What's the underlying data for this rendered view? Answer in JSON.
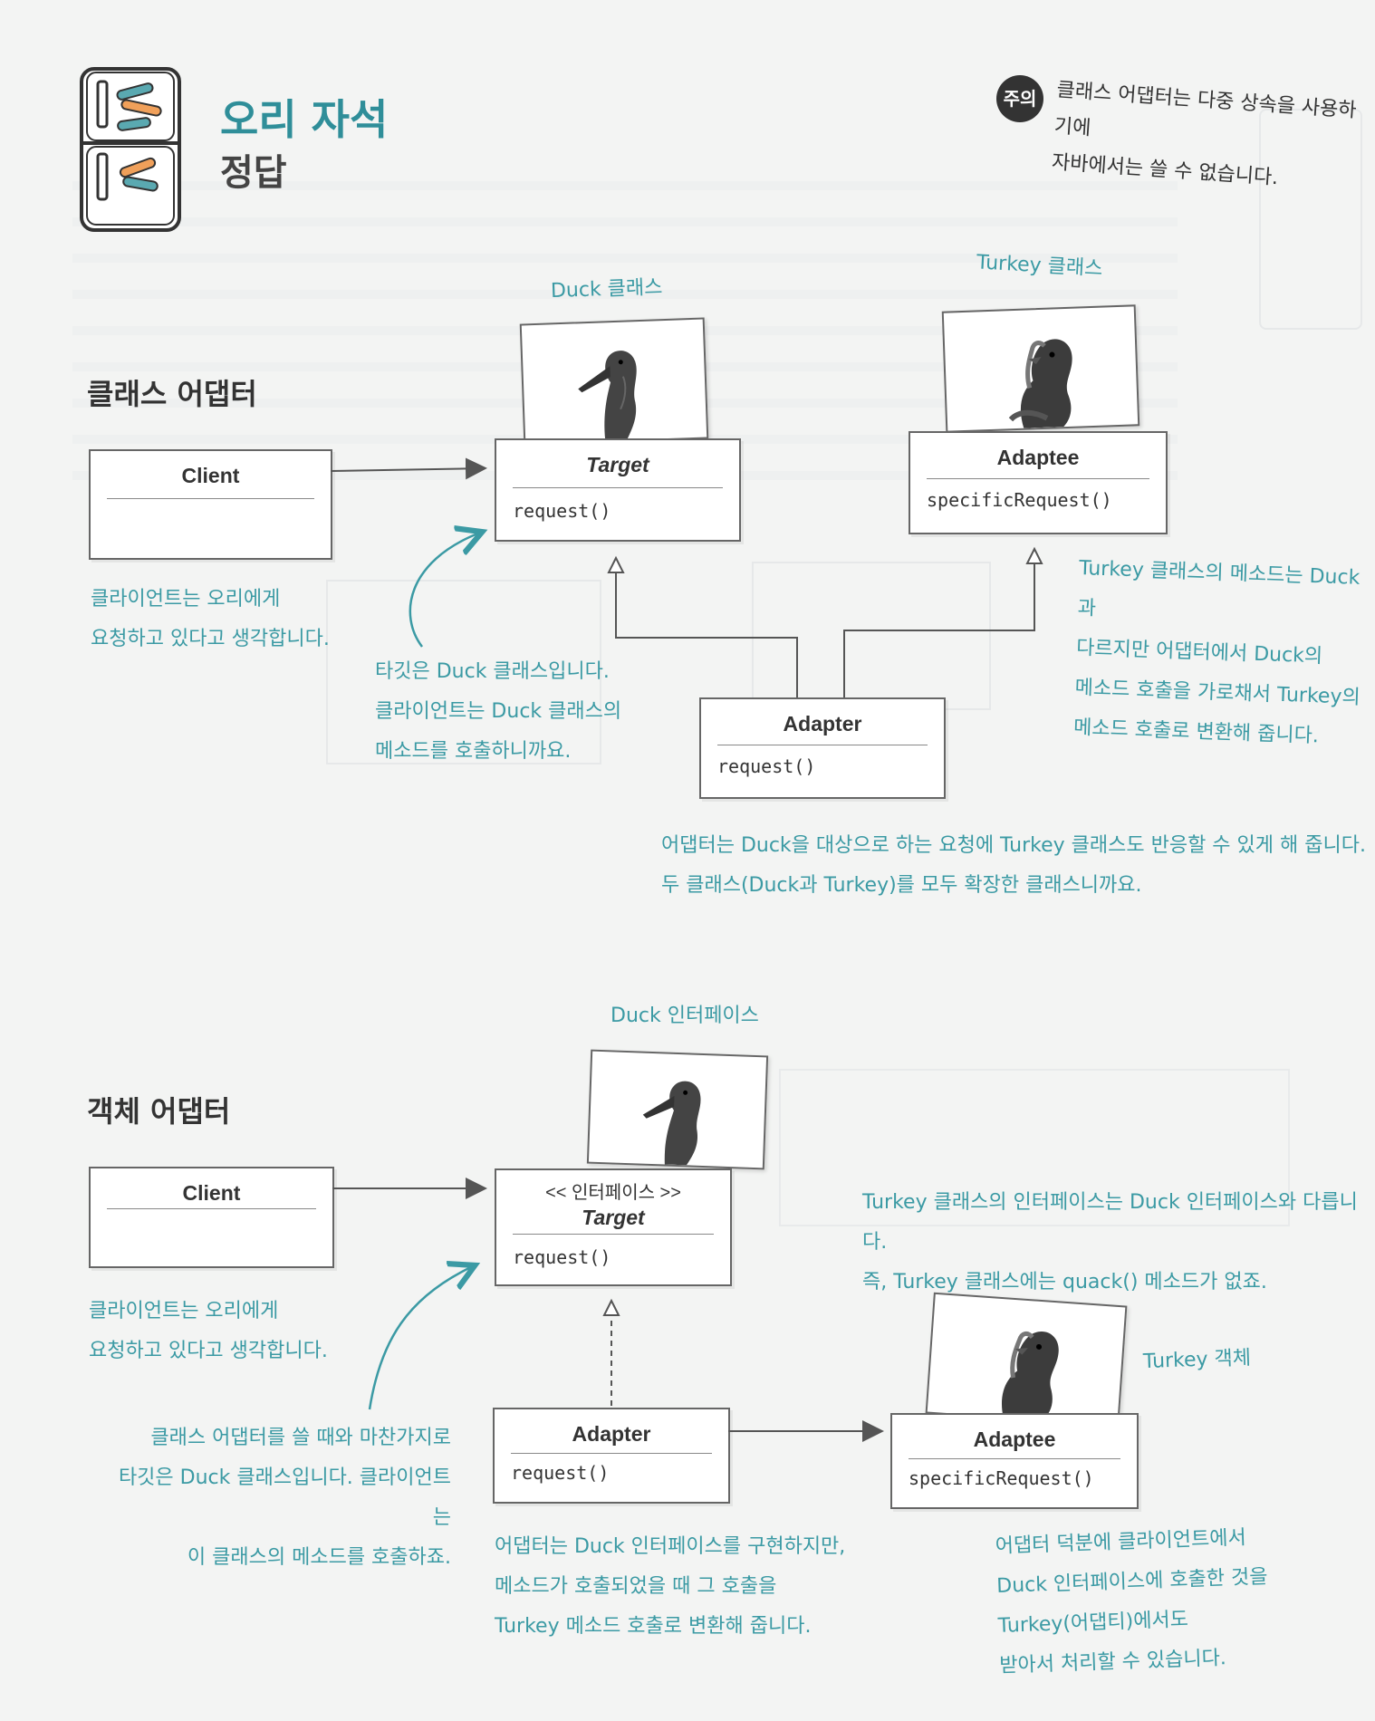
{
  "header": {
    "title": "오리 자석",
    "subtitle": "정답",
    "note_badge": "주의",
    "note_line1": "클래스 어댑터는 다중 상속을 사용하기에",
    "note_line2": "자바에서는 쓸 수 없습니다."
  },
  "class_adapter": {
    "heading": "클래스 어댑터",
    "duck_caption": "Duck 클래스",
    "turkey_caption": "Turkey 클래스",
    "client": {
      "name": "Client"
    },
    "target": {
      "name": "Target",
      "method": "request()"
    },
    "adaptee": {
      "name": "Adaptee",
      "method": "specificRequest()"
    },
    "adapter": {
      "name": "Adapter",
      "method": "request()"
    },
    "note_client": [
      "클라이언트는 오리에게",
      "요청하고 있다고 생각합니다."
    ],
    "note_target": [
      "타깃은 Duck 클래스입니다.",
      "클라이언트는 Duck 클래스의",
      "메소드를 호출하니까요."
    ],
    "note_turkey": [
      "Turkey 클래스의 메소드는 Duck과",
      "다르지만 어댑터에서 Duck의",
      "메소드 호출을 가로채서 Turkey의",
      "메소드 호출로 변환해 줍니다."
    ],
    "note_adapter": [
      "어댑터는 Duck을 대상으로 하는 요청에 Turkey 클래스도 반응할 수 있게 해 줍니다.",
      "두 클래스(Duck과 Turkey)를 모두 확장한 클래스니까요."
    ]
  },
  "object_adapter": {
    "heading": "객체 어댑터",
    "duck_caption": "Duck 인터페이스",
    "turkey_caption": "Turkey 객체",
    "client": {
      "name": "Client"
    },
    "target": {
      "stereotype": "<< 인터페이스 >>",
      "name": "Target",
      "method": "request()"
    },
    "adapter": {
      "name": "Adapter",
      "method": "request()"
    },
    "adaptee": {
      "name": "Adaptee",
      "method": "specificRequest()"
    },
    "note_client": [
      "클라이언트는 오리에게",
      "요청하고 있다고 생각합니다."
    ],
    "note_target": [
      "클래스 어댑터를 쓸 때와 마찬가지로",
      "타깃은 Duck 클래스입니다. 클라이언트는",
      "이 클래스의 메소드를 호출하죠."
    ],
    "note_interface": [
      "Turkey 클래스의 인터페이스는 Duck 인터페이스와 다릅니다.",
      "즉, Turkey 클래스에는 quack() 메소드가 없죠."
    ],
    "note_adapter": [
      "어댑터는 Duck 인터페이스를 구현하지만,",
      "메소드가 호출되었을 때 그 호출을",
      "Turkey 메소드 호출로 변환해 줍니다."
    ],
    "note_result": [
      "어댑터 덕분에 클라이언트에서",
      "Duck 인터페이스에 호출한 것을",
      "Turkey(어댑티)에서도",
      "받아서 처리할 수 있습니다."
    ]
  },
  "colors": {
    "accent": "#3b9aa4",
    "ink": "#333333"
  }
}
